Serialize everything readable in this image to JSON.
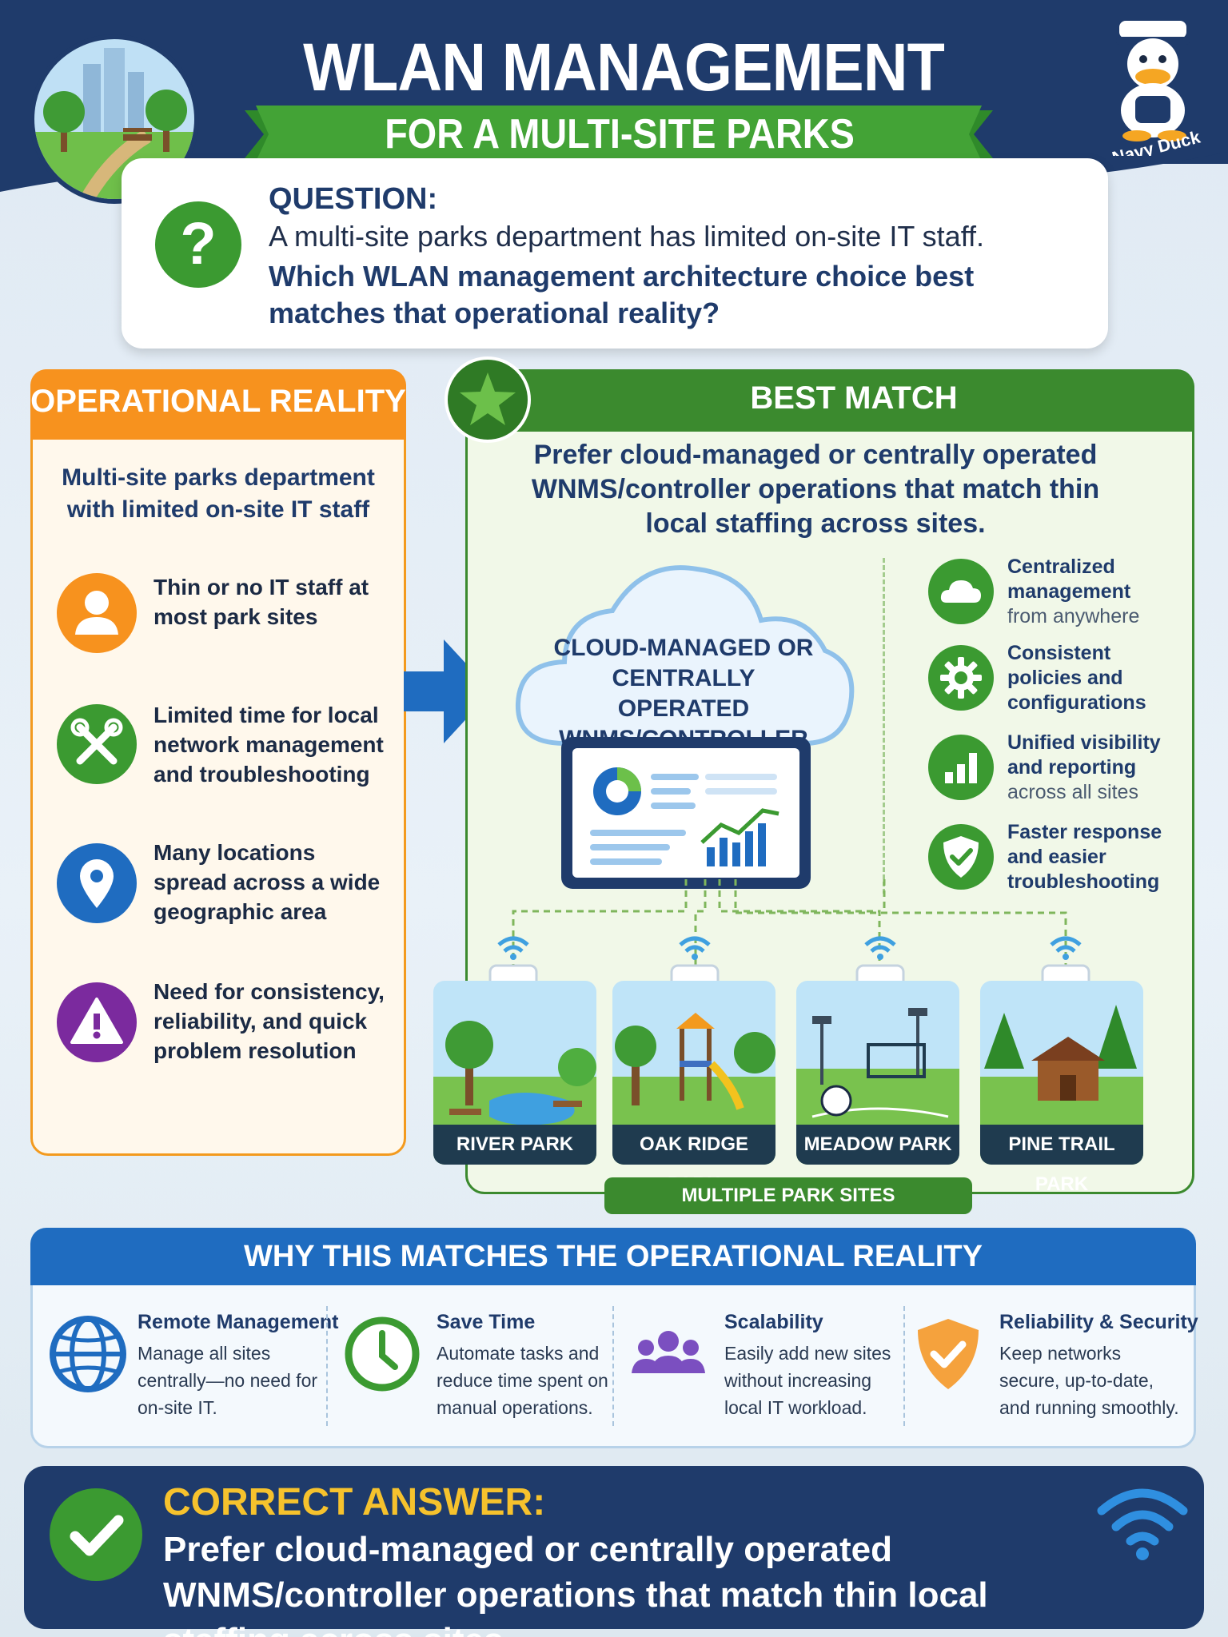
{
  "header": {
    "title": "WLAN MANAGEMENT ARCHITECTURE",
    "subtitle": "FOR A MULTI-SITE PARKS DEPARTMENT",
    "mascot_label": "Navy Duck"
  },
  "question": {
    "label": "QUESTION:",
    "line1": "A multi-site parks department has limited on-site IT staff.",
    "line2": "Which WLAN management architecture choice best matches that operational reality?"
  },
  "operational_reality": {
    "title": "OPERATIONAL REALITY",
    "subtitle": "Multi-site parks department with limited on-site IT staff",
    "items": [
      {
        "text": "Thin or no IT staff at most park sites",
        "icon": "person-icon",
        "color": "#f7921e"
      },
      {
        "text": "Limited time for local network management and troubleshooting",
        "icon": "tools-icon",
        "color": "#3b8a2e"
      },
      {
        "text": "Many locations spread across a wide geographic area",
        "icon": "location-pin-icon",
        "color": "#1f6cc0"
      },
      {
        "text": "Need for consistency, reliability, and quick problem resolution",
        "icon": "warning-icon",
        "color": "#7b2a9e"
      }
    ]
  },
  "best_match": {
    "title": "BEST MATCH",
    "description": "Prefer cloud-managed or centrally operated WNMS/controller operations that match thin local staffing across sites.",
    "cloud_label": "CLOUD-MANAGED OR CENTRALLY OPERATED WNMS/CONTROLLER",
    "benefits": [
      {
        "bold": "Centralized management",
        "normal": "from anywhere",
        "icon": "cloud-icon"
      },
      {
        "bold": "Consistent policies and configurations",
        "normal": "",
        "icon": "gear-icon"
      },
      {
        "bold": "Unified visibility and reporting",
        "normal": "across all sites",
        "icon": "bar-chart-icon"
      },
      {
        "bold": "Faster response and easier troubleshooting",
        "normal": "",
        "icon": "shield-check-icon"
      }
    ],
    "parks": [
      "RIVER PARK",
      "OAK RIDGE PARK",
      "MEADOW PARK",
      "PINE TRAIL PARK"
    ],
    "sites_label": "MULTIPLE PARK SITES"
  },
  "why": {
    "title": "WHY THIS MATCHES THE OPERATIONAL REALITY",
    "items": [
      {
        "title": "Remote Management",
        "desc": "Manage all sites centrally—no need for on-site IT.",
        "icon": "globe-icon"
      },
      {
        "title": "Save Time",
        "desc": "Automate tasks and reduce time spent on manual operations.",
        "icon": "clock-icon"
      },
      {
        "title": "Scalability",
        "desc": "Easily add new sites without increasing local IT workload.",
        "icon": "people-icon"
      },
      {
        "title": "Reliability & Security",
        "desc": "Keep networks secure, up-to-date, and running smoothly.",
        "icon": "shield-check-icon"
      }
    ]
  },
  "answer": {
    "label": "CORRECT ANSWER:",
    "text": "Prefer cloud-managed or centrally operated WNMS/controller operations that match thin local staffing across sites."
  },
  "colors": {
    "navy": "#1f3b6b",
    "orange": "#f7921e",
    "green": "#3b8a2e",
    "blue": "#1f6cc0",
    "purple": "#7b2a9e",
    "gold": "#f6c22d"
  }
}
